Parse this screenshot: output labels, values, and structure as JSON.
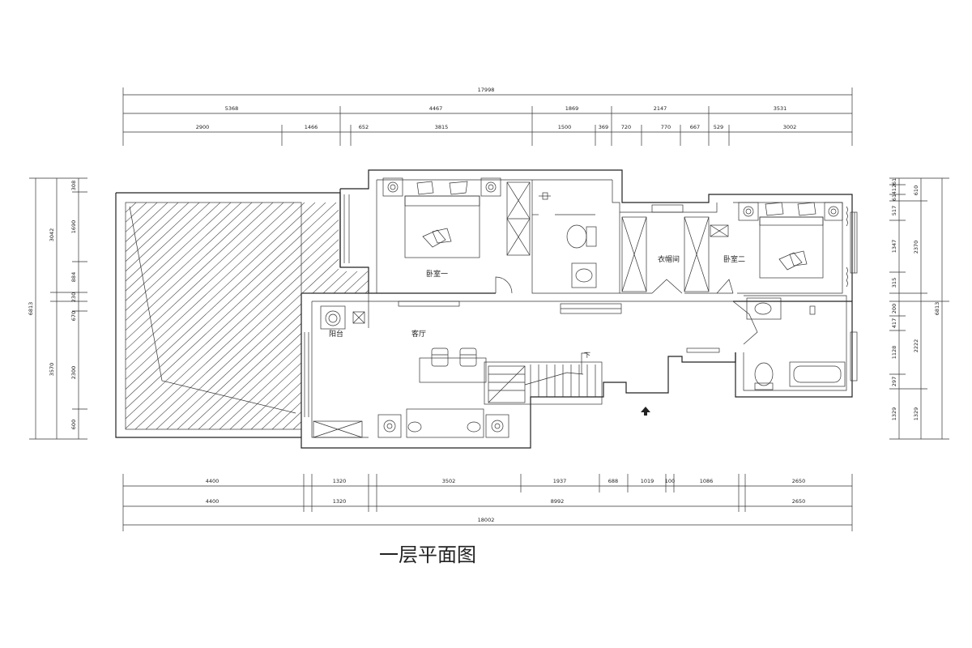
{
  "title": "一层平面图",
  "rooms": {
    "bedroom1": "卧室一",
    "closet": "衣帽间",
    "bedroom2": "卧室二",
    "balcony": "阳台",
    "living": "客厅",
    "stairs_down": "下"
  },
  "dimensions": {
    "top_total": "17998",
    "top_row1": [
      "5368",
      "4467",
      "1869",
      "2147",
      "3531"
    ],
    "top_row2": [
      "2900",
      "1466",
      "652",
      "3815",
      "1500",
      "369",
      "720",
      "770",
      "667",
      "529",
      "3002"
    ],
    "bottom_row1": [
      "4400",
      "1320",
      "3502",
      "1937",
      "688",
      "1019",
      "100",
      "1086",
      "2650"
    ],
    "bottom_row2": [
      "4400",
      "1320",
      "8992",
      "2650"
    ],
    "bottom_total": "18002",
    "left_total": "6813",
    "left_mid": [
      "3042",
      "3570"
    ],
    "left_inner": [
      "308",
      "1690",
      "884",
      "230",
      "670",
      "2300",
      "600"
    ],
    "right_total": "6813",
    "right_mid": [
      "610",
      "2370",
      "2222",
      "1329"
    ],
    "right_inner": [
      "61",
      "412",
      "61",
      "517",
      "1347",
      "315",
      "200",
      "417",
      "1128",
      "297",
      "1329"
    ]
  }
}
